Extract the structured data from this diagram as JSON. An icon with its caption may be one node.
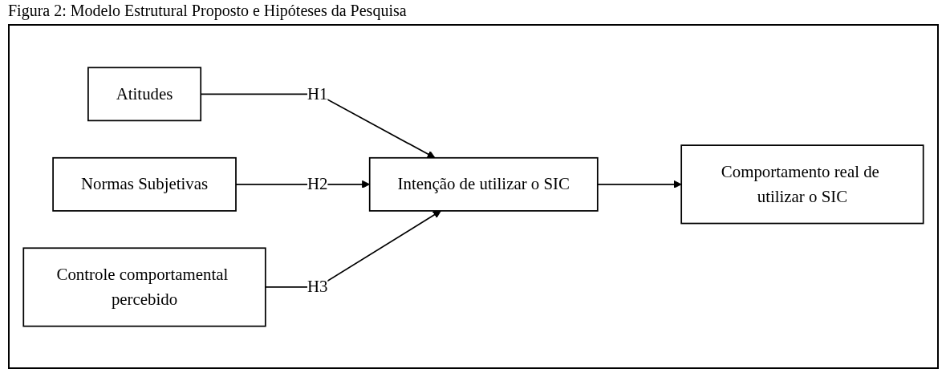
{
  "diagram": {
    "title": "Figura 2: Modelo Estrutural Proposto e Hipóteses da Pesquisa",
    "nodes": [
      {
        "text": [
          "Atitudes"
        ]
      },
      {
        "text": [
          "Normas Subjetivas"
        ]
      },
      {
        "text": [
          "Intenção de utilizar o SIC"
        ]
      },
      {
        "text": [
          "Comportamento real de utilizar o SIC"
        ]
      },
      {
        "text": [
          "Controle comportamental percebido"
        ]
      }
    ],
    "edges": [
      {
        "from": 0,
        "to": 2,
        "arrow": "to",
        "label": "H1"
      },
      {
        "from": 1,
        "to": 2,
        "arrow": "to",
        "label": "H2"
      },
      {
        "from": 4,
        "to": 2,
        "arrow": "to",
        "label": "H3"
      },
      {
        "from": 2,
        "to": 3,
        "arrow": "to"
      }
    ]
  }
}
